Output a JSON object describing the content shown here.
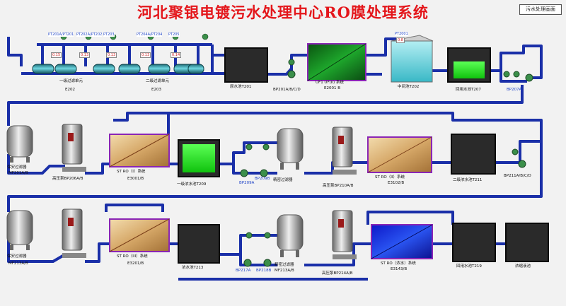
{
  "title": "河北聚银电镀污水处理中心RO膜处理系统",
  "top_button": "污水处理画面",
  "preflux_group_1_label": "一级过滤单元",
  "preflux_group_1_id": "E202",
  "preflux_group_2_label": "二级过滤单元",
  "preflux_group_2_id": "E203",
  "preflux_tags": [
    "PT201A/PT201",
    "PT202A/PT202",
    "PT203",
    "PT204A/PT204",
    "PT205"
  ],
  "preflux_readings": [
    "0.15",
    "0.13",
    "0.13",
    "0.13",
    "0.14"
  ],
  "row1": {
    "raw_tank": "原水池T201",
    "pump_p201": "BP201A/B/C/D",
    "uf_system": "UF1 UF(II) 系统",
    "uf_id": "E2001 B",
    "water_tank": "中间池T202",
    "water_tank_tag": "PT2001",
    "water_tank_reading": "0.8",
    "tank_t207": "回用水池T207",
    "pump_bp207": "BP207A"
  },
  "row2": {
    "filter_1": "保安过滤器",
    "filter_1_id": "MF201A/B",
    "hp_pump_1": "高压泵BP206A/B",
    "ro1_system": "ST RO（I）系统",
    "ro1_id": "E3001/B",
    "tank_t209": "一级浓水池T209",
    "pump_bp209": "BP209A",
    "pump_bp209b": "BP209B",
    "filter_2": "精密过滤器",
    "hp_pump_2": "高压泵BP210A/B",
    "ro2_system": "ST RO（II）系统",
    "ro2_id": "E3102/B",
    "tank_t211": "二级浓水池T211",
    "pump_bp211": "BP211A/B/C/D"
  },
  "row3": {
    "filter_3": "保安过滤器",
    "filter_3_id": "MF213A/B",
    "ro3_system": "ST RO（III）系统",
    "ro3_id": "E3201/B",
    "tank_t213": "浓水池T213",
    "pump_bp217": "BP217A",
    "pump_bp218": "BP218B",
    "filter_4": "精密过滤器",
    "filter_4_id": "MF213A/B",
    "hp_pump_3": "高压泵BP214A/B",
    "ro4_system": "ST RO（浓水）系统",
    "ro4_id": "E3143/B",
    "tank_t219": "回用水池T219",
    "tank_final": "浓缩液池"
  },
  "colors": {
    "pipe": "#1a2fa8",
    "title": "#e4161b",
    "green_fill": "#22e01c",
    "tank_dark": "#2a2a2a",
    "ro_gold": "#d8ab6c",
    "ro_frame": "#8a25b5",
    "tag_blue": "#1f43c6"
  }
}
